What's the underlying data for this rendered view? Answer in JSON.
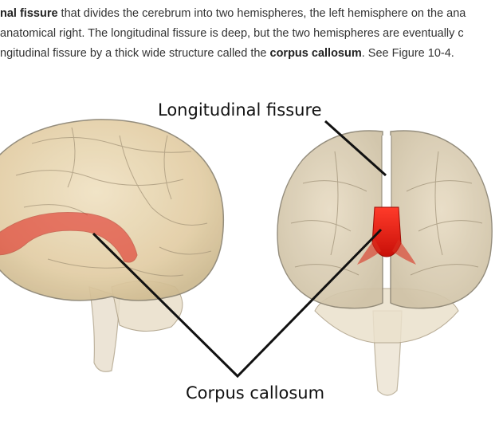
{
  "paragraph": {
    "line1": {
      "bold1": "nal fissure",
      "rest1": " that divides the cerebrum into two hemispheres, the left hemisphere on the ana"
    },
    "line2": {
      "text": "anatomical right. The longitudinal fissure is deep, but the two hemispheres are eventually c"
    },
    "line3": {
      "text1": "ngitudinal fissure by a thick wide structure called the ",
      "bold": "corpus callosum",
      "text2": ". See Figure 10-4."
    }
  },
  "figure": {
    "label_top": "Longitudinal fissure",
    "label_bottom": "Corpus callosum",
    "colors": {
      "brain_tissue": "#e6d3ad",
      "brain_outline": "#8c8472",
      "corpus_callosum": "#e0201a",
      "leader_line": "#111111"
    }
  }
}
